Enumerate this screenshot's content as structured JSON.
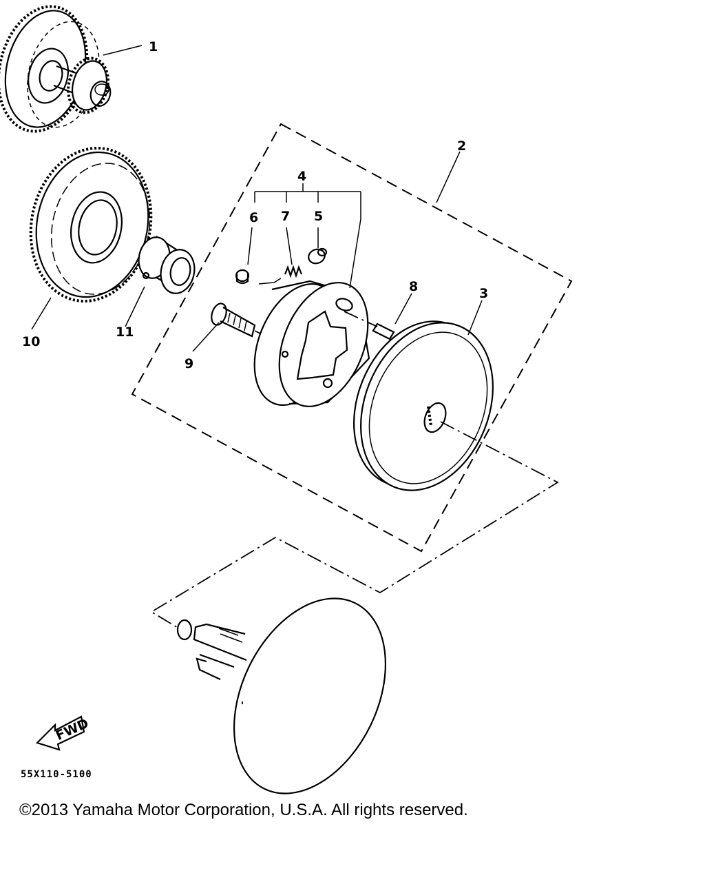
{
  "diagram": {
    "part_numbers": {
      "p1": "1",
      "p2": "2",
      "p3": "3",
      "p4": "4",
      "p5": "5",
      "p6": "6",
      "p7": "7",
      "p8": "8",
      "p9": "9",
      "p10": "10",
      "p11": "11"
    },
    "fwd_label": "FWD",
    "diagram_code": "55X110-5100"
  },
  "footer": {
    "copyright": "©2013 Yamaha Motor Corporation, U.S.A. All rights reserved."
  }
}
